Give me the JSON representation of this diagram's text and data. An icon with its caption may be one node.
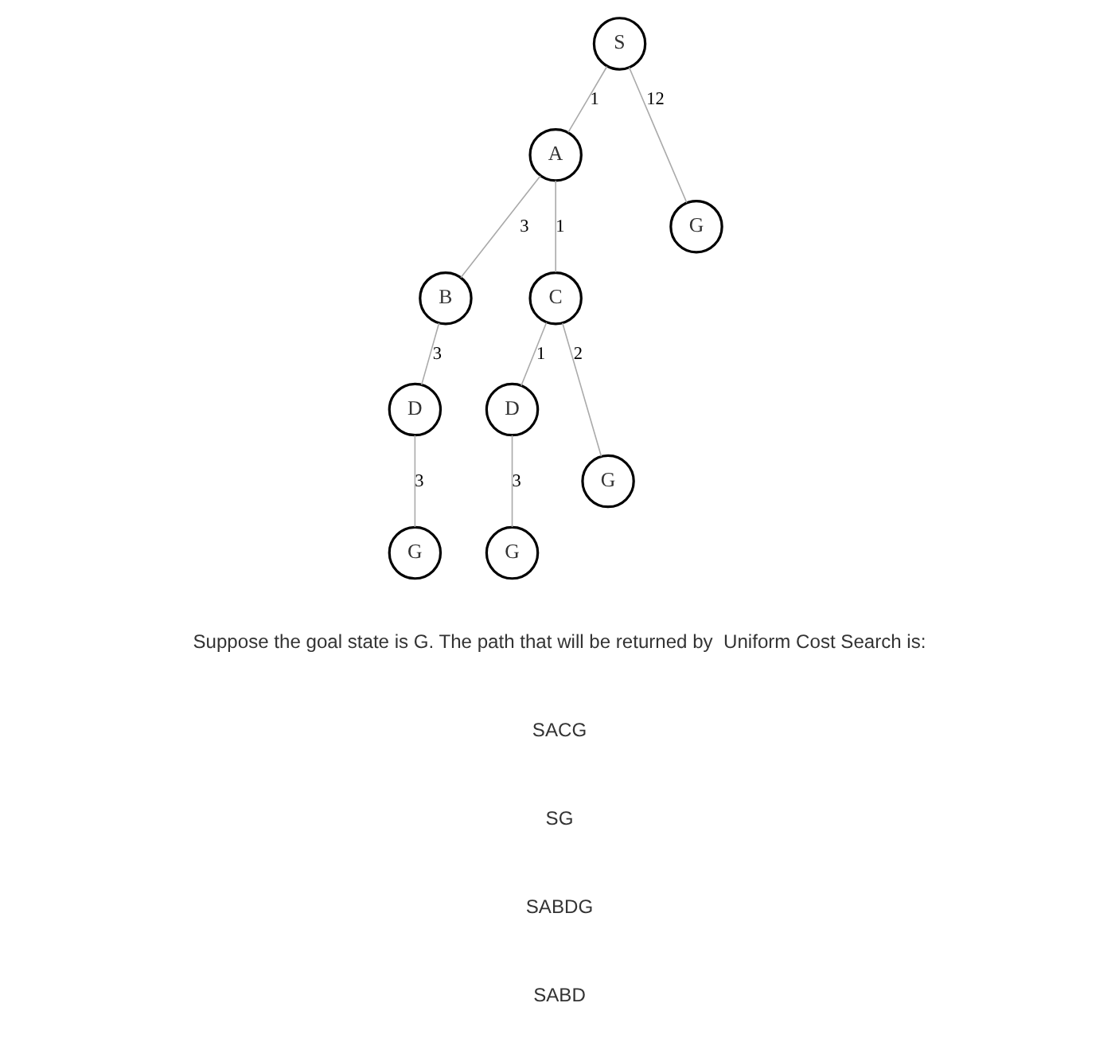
{
  "diagram": {
    "nodes": [
      {
        "text": [
          "S"
        ]
      },
      {
        "text": [
          "A"
        ]
      },
      {
        "text": [
          "G"
        ]
      },
      {
        "text": [
          "B"
        ]
      },
      {
        "text": [
          "C"
        ]
      },
      {
        "text": [
          "D"
        ]
      },
      {
        "text": [
          "D"
        ]
      },
      {
        "text": [
          "G"
        ]
      },
      {
        "text": [
          "G"
        ]
      },
      {
        "text": [
          "G"
        ]
      }
    ],
    "edges": [
      {
        "from": 0,
        "to": 1,
        "arrow": "none",
        "label": "1"
      },
      {
        "from": 0,
        "to": 2,
        "arrow": "none",
        "label": "12"
      },
      {
        "from": 1,
        "to": 3,
        "arrow": "none",
        "label": "3"
      },
      {
        "from": 1,
        "to": 4,
        "arrow": "none",
        "label": "1"
      },
      {
        "from": 3,
        "to": 5,
        "arrow": "none",
        "label": "3"
      },
      {
        "from": 4,
        "to": 6,
        "arrow": "none",
        "label": "1"
      },
      {
        "from": 4,
        "to": 7,
        "arrow": "none",
        "label": "2"
      },
      {
        "from": 5,
        "to": 8,
        "arrow": "none",
        "label": "3"
      },
      {
        "from": 6,
        "to": 9,
        "arrow": "none",
        "label": "3"
      }
    ],
    "labels": [
      "Suppose the goal state is G. The path that will be returned by  Uniform Cost Search is:",
      "SACG",
      "SG",
      "SABDG",
      "SABD"
    ]
  }
}
